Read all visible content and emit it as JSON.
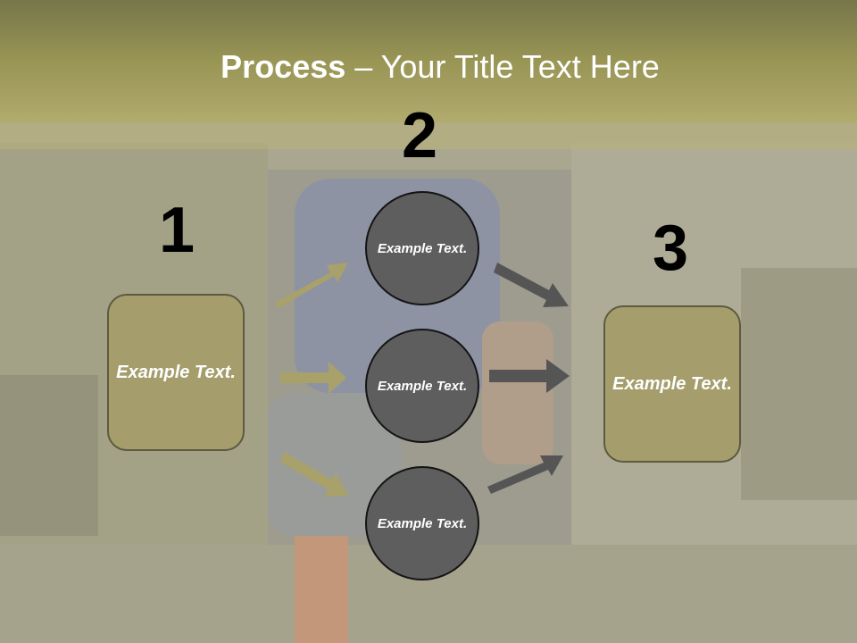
{
  "slide": {
    "title_bold": "Process",
    "title_rest": " – Your Title Text Here",
    "step_numbers": [
      "1",
      "2",
      "3"
    ],
    "left_box_text": "Example Text.",
    "right_box_text": "Example Text.",
    "circles": [
      {
        "text": "Example Text."
      },
      {
        "text": "Example Text."
      },
      {
        "text": "Example Text."
      }
    ]
  },
  "colors": {
    "header": "#999555",
    "box_fill": "#a59e6c",
    "circle_fill": "#5e5e5e",
    "arrow_left": "#a9a16a",
    "arrow_right": "#555555"
  }
}
